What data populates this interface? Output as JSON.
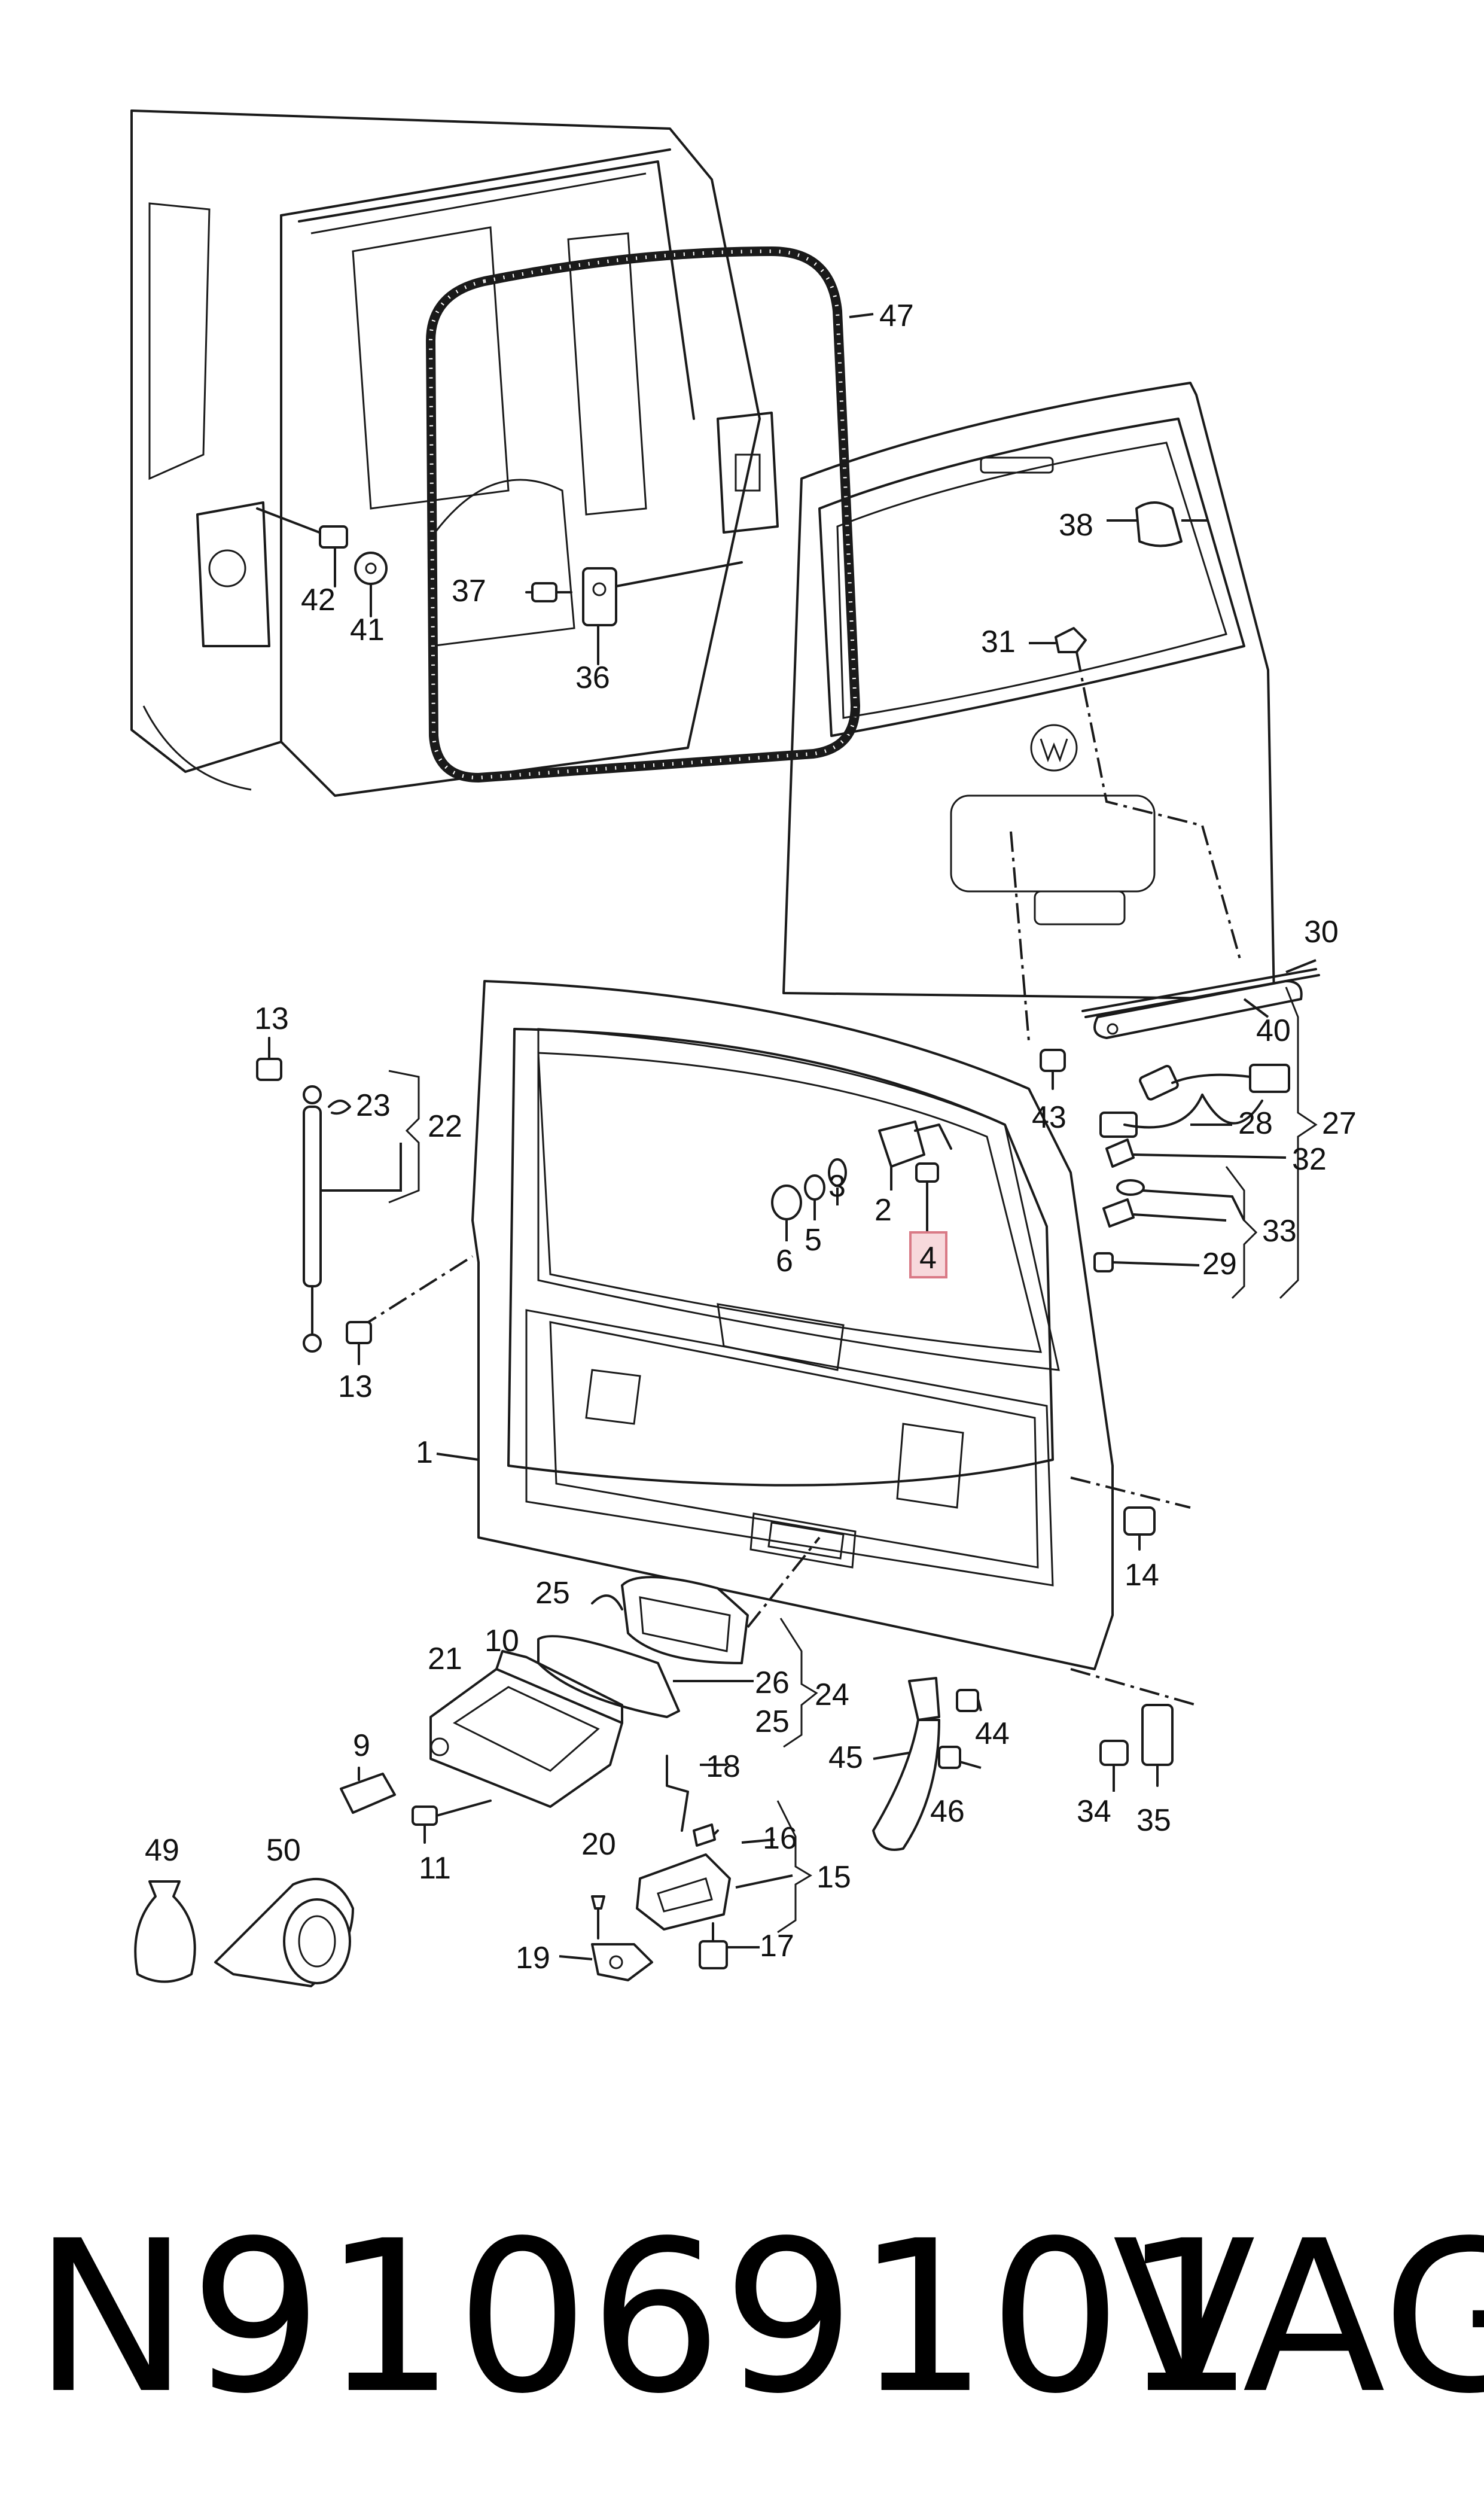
{
  "callouts": {
    "c1": "1",
    "c2": "2",
    "c3": "3",
    "c4": "4",
    "c5": "5",
    "c6": "6",
    "c9": "9",
    "c10": "10",
    "c11": "11",
    "c13a": "13",
    "c13b": "13",
    "c14": "14",
    "c15": "15",
    "c16": "16",
    "c17": "17",
    "c18": "18",
    "c19": "19",
    "c20": "20",
    "c21": "21",
    "c22": "22",
    "c23": "23",
    "c24": "24",
    "c25a": "25",
    "c25b": "25",
    "c26": "26",
    "c27": "27",
    "c28": "28",
    "c29": "29",
    "c30": "30",
    "c31": "31",
    "c32": "32",
    "c33": "33",
    "c34": "34",
    "c35": "35",
    "c36": "36",
    "c37": "37",
    "c38": "38",
    "c40": "40",
    "c41": "41",
    "c42": "42",
    "c43": "43",
    "c44": "44",
    "c45": "45",
    "c46": "46",
    "c47": "47",
    "c49": "49",
    "c50": "50"
  },
  "highlighted_callout": "4",
  "highlight_color": "#f7d9dc",
  "footer": {
    "part_number": "N91069101",
    "brand": "VAG"
  }
}
